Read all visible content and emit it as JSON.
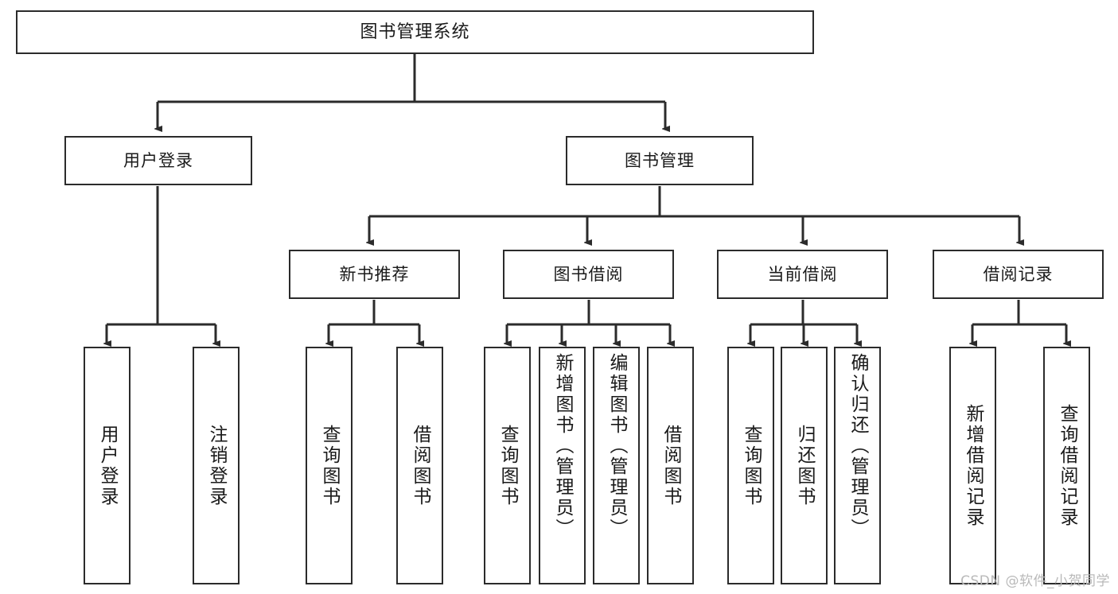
{
  "diagram": {
    "type": "tree-hierarchy",
    "title": "图书管理系统",
    "watermark": "CSDN @软件_小贺同学",
    "colors": {
      "background": "#ffffff",
      "box_border": "#2b2b2b",
      "box_fill": "#ffffff",
      "text": "#1a1a1a",
      "connector": "#2b2b2b",
      "watermark": "#b9b9b9"
    },
    "levels": {
      "root": {
        "label": "图书管理系统"
      },
      "level2": [
        {
          "label": "用户登录"
        },
        {
          "label": "图书管理"
        }
      ],
      "level3": [
        {
          "label": "新书推荐"
        },
        {
          "label": "图书借阅"
        },
        {
          "label": "当前借阅"
        },
        {
          "label": "借阅记录"
        }
      ],
      "leaves": {
        "user_login": [
          {
            "label": "用户登录"
          },
          {
            "label": "注销登录"
          }
        ],
        "new_book": [
          {
            "label": "查询图书"
          },
          {
            "label": "借阅图书"
          }
        ],
        "book_borrow": [
          {
            "label": "查询图书"
          },
          {
            "label": "新增图书（管理员）"
          },
          {
            "label": "编辑图书（管理员）"
          },
          {
            "label": "借阅图书"
          }
        ],
        "current_borrow": [
          {
            "label": "查询图书"
          },
          {
            "label": "归还图书"
          },
          {
            "label": "确认归还（管理员）"
          }
        ],
        "borrow_record": [
          {
            "label": "新增借阅记录"
          },
          {
            "label": "查询借阅记录"
          }
        ]
      }
    }
  }
}
